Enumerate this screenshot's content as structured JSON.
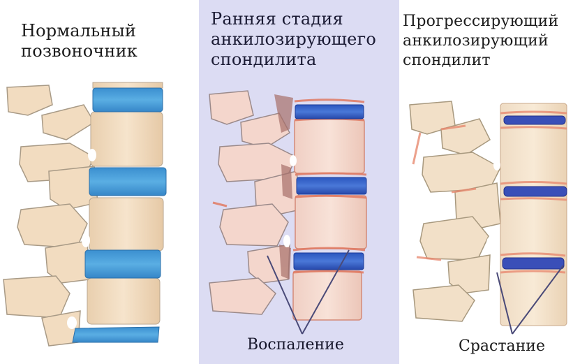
{
  "panels": [
    {
      "id": "normal",
      "title_lines": [
        "Нормальный",
        "позвоночник"
      ],
      "background": "#ffffff",
      "disc_color": "#3f9ad6",
      "caption": ""
    },
    {
      "id": "early",
      "title_lines": [
        "Ранняя стадия",
        "анкилозирующего",
        "спондилита"
      ],
      "background": "#dcdcf3",
      "disc_color": "#2f5bc4",
      "inflammation_color": "#e07a62",
      "caption": "Воспаление"
    },
    {
      "id": "progressive",
      "title_lines": [
        "Прогрессирующий",
        "анкилозирующий",
        "спондилит"
      ],
      "background": "#ffffff",
      "disc_color": "#3a4fb8",
      "inflammation_color": "#e07a62",
      "caption": "Срастание"
    }
  ],
  "colors": {
    "bone": "#f2dcc0",
    "bone_outline": "#a89a86",
    "pointer_line": "#4a4a78"
  }
}
